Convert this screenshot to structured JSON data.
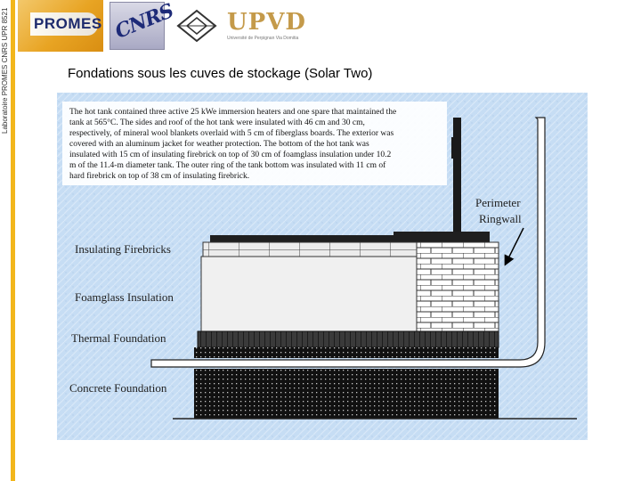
{
  "sidebar": {
    "vertical_text": "Laboratoire PROMES CNRS UPR 8521"
  },
  "logos": {
    "promes": "PROMES",
    "cnrs": "CNRS",
    "upvd": "UPVD",
    "upvd_subtitle": "Université de Perpignan Via Domitia"
  },
  "slide": {
    "title": "Fondations sous les cuves de stockage (Solar Two)"
  },
  "diagram": {
    "note": "The hot tank contained three active 25 kWe immersion heaters and one spare that maintained the tank at 565°C. The sides and roof of the hot tank were insulated with 46 cm and 30 cm, respectively, of mineral wool blankets overlaid with 5 cm of fiberglass boards. The exterior was covered with an aluminum jacket for weather protection. The bottom of the hot tank was insulated with 15 cm of insulating firebrick on top of 30 cm of foamglass insulation under 10.2 m of the 11.4-m diameter tank. The outer ring of the tank bottom was insulated with 11 cm of hard firebrick on top of 38 cm of insulating firebrick.",
    "note_lines": [
      "The hot tank contained three active 25 kWe immersion heaters and one spare that maintained the",
      "tank at 565°C.  The sides and roof of the hot tank were insulated with 46 cm and 30 cm,",
      "respectively, of mineral wool blankets overlaid with 5 cm of fiberglass boards.  The exterior was",
      "covered with an aluminum jacket for weather protection.  The bottom of the hot tank was",
      "insulated with 15 cm of insulating firebrick on top of 30 cm of foamglass insulation under 10.2",
      "m of the 11.4-m diameter tank.  The outer ring of the tank bottom was insulated with 11 cm of",
      "hard firebrick on top of 38 cm of insulating firebrick."
    ],
    "labels": {
      "insulating_firebricks": "Insulating Firebricks",
      "foamglass_insulation": "Foamglass Insulation",
      "thermal_foundation": "Thermal Foundation",
      "concrete_foundation": "Concrete Foundation",
      "perimeter": "Perimeter",
      "ringwall": "Ringwall"
    },
    "colors": {
      "background": "#c6ddf4",
      "layer_dark": "#3a3a3a",
      "foamglass": "#f0f0f0",
      "brick": "#ffffff"
    }
  }
}
